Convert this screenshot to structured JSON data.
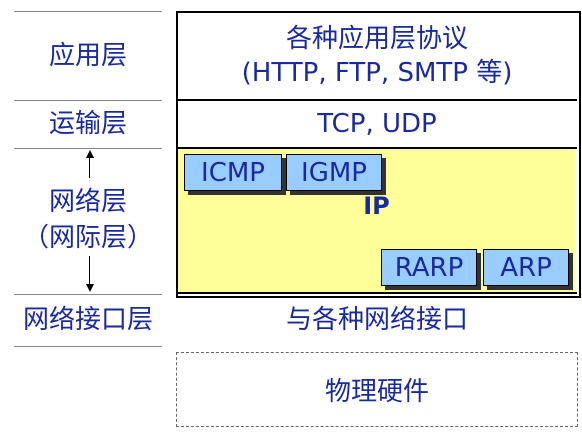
{
  "layers": {
    "application": {
      "label": "应用层",
      "line1": "各种应用层协议",
      "line2": "(HTTP, FTP, SMTP 等)"
    },
    "transport": {
      "label": "运输层",
      "content": "TCP, UDP"
    },
    "network": {
      "label_line1": "网络层",
      "label_line2": "（网际层）",
      "ip": "IP",
      "protocols": {
        "icmp": "ICMP",
        "igmp": "IGMP",
        "rarp": "RARP",
        "arp": "ARP"
      }
    },
    "link": {
      "label": "网络接口层",
      "content": "与各种网络接口"
    },
    "physical": {
      "content": "物理硬件"
    }
  },
  "colors": {
    "text": "#1a2a9c",
    "network_bg": "#ffff99",
    "protocol_box": "#99ccff"
  }
}
